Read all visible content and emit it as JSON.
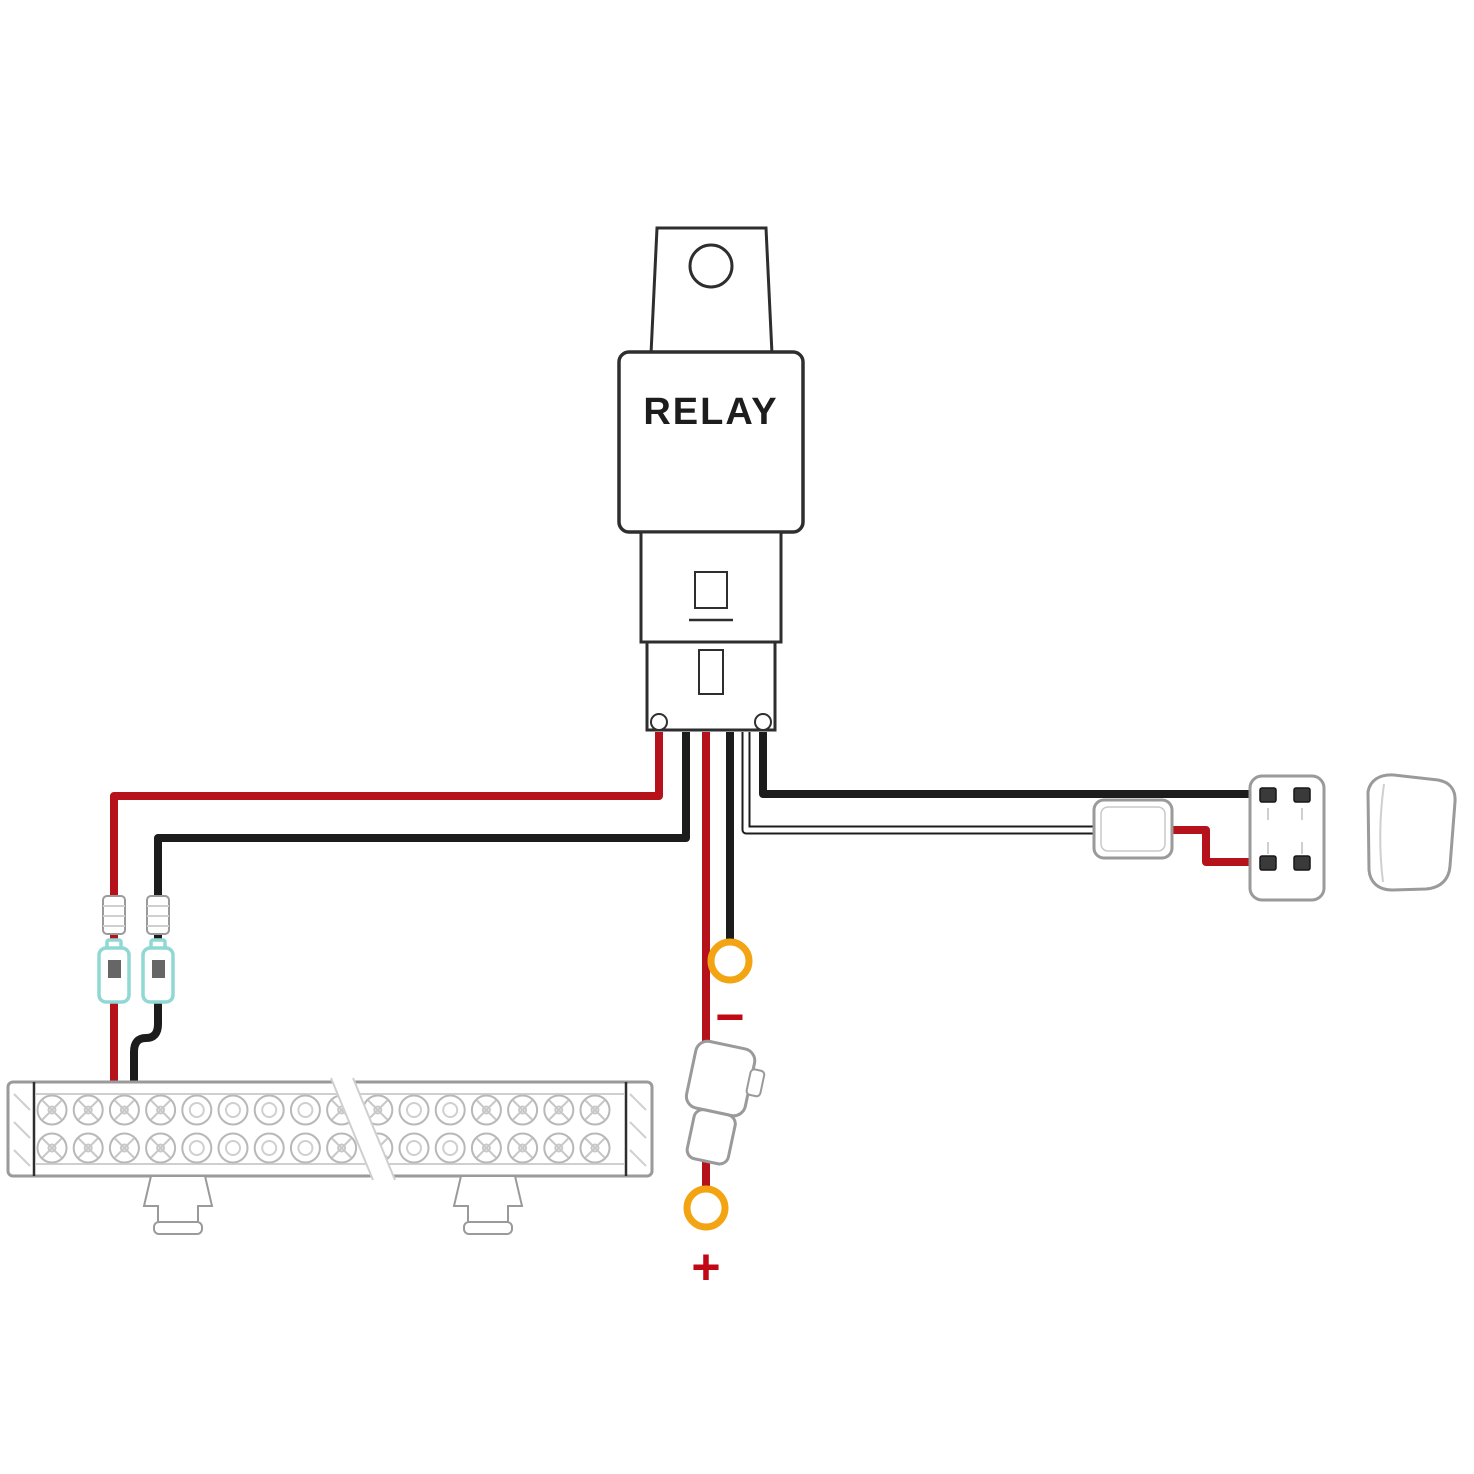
{
  "title": "Relay wiring diagram",
  "relay": {
    "label": "RELAY"
  },
  "battery": {
    "negative_label": "−",
    "positive_label": "+"
  },
  "colors": {
    "wire-red": "#b5121b",
    "wire-black": "#1c1c1c",
    "ring-orange": "#f2a413",
    "connector-cyan": "#8fd8d4",
    "line-dark": "#2e2e2e",
    "line-gray": "#9a9a9a",
    "polarity-red": "#c00914"
  },
  "lightbar": {
    "rows": 2,
    "cols": 16,
    "x_pattern_cols": [
      0,
      1,
      2,
      3,
      8,
      9,
      12,
      13,
      14,
      15
    ]
  },
  "icons": [
    "relay-icon",
    "led-light-bar-icon",
    "rocker-switch-icon",
    "rocker-switch-cap-icon",
    "inline-fuse-holder-icon",
    "fuse-holder-icon",
    "ring-terminal-negative-icon",
    "ring-terminal-positive-icon",
    "spade-connector-icon",
    "quick-connector-icon"
  ]
}
